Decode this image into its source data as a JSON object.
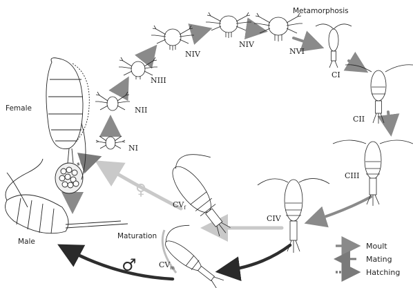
{
  "stages": {
    "n1": "NI",
    "n2": "NII",
    "n3": "NIII",
    "n4": "NIV",
    "n5": "NIV",
    "n6": "NVI",
    "c1": "CI",
    "c2": "CII",
    "c3": "CIII",
    "c4": "CIV",
    "c5f_main": "CV",
    "c5f_sub": "f",
    "c5m_main": "CV",
    "c5m_sub": "m"
  },
  "labels": {
    "metamorphosis": "Metamorphosis",
    "female": "Female",
    "male": "Male",
    "maturation": "Maturation",
    "female_symbol": "♀",
    "male_symbol": "♂"
  },
  "legend": {
    "moult": "Moult",
    "mating": "Mating",
    "hatching": "Hatching"
  },
  "colors": {
    "moult_arrow": "#8a8a8a",
    "mating_arrow": "#3a3a3a",
    "hatching_arrow": "#7a7a7a",
    "light_arrow": "#c8c8c8",
    "drawing": "#222222"
  }
}
